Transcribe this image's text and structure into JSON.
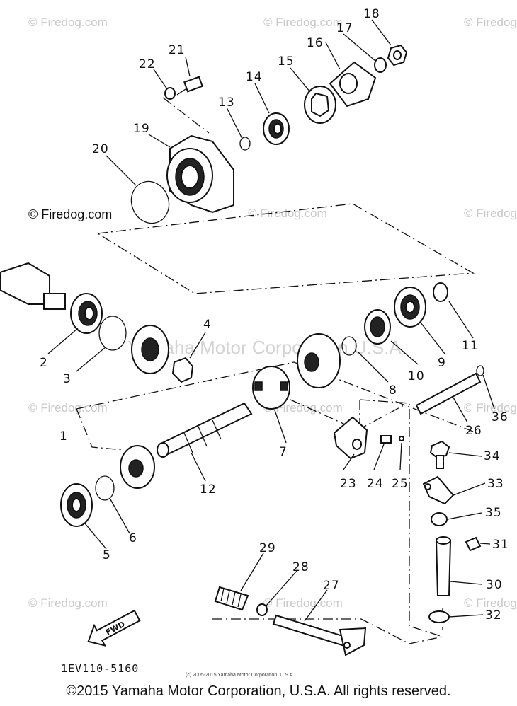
{
  "watermark": "© Firedog.com",
  "center_watermark": "Yamaha Motor Corporation U.S.A.",
  "part_numbers": [
    "1",
    "2",
    "3",
    "4",
    "5",
    "6",
    "7",
    "8",
    "9",
    "10",
    "11",
    "12",
    "13",
    "14",
    "15",
    "16",
    "17",
    "18",
    "19",
    "20",
    "21",
    "22",
    "23",
    "24",
    "25",
    "26",
    "27",
    "28",
    "29",
    "30",
    "31",
    "32",
    "33",
    "34",
    "35",
    "36"
  ],
  "diagram_code": "1EV110-5160",
  "fwd_label": "FWD",
  "small_copyright": "(c) 2005-2015 Yamaha Motor Corporation, U.S.A.",
  "copyright": "©2015 Yamaha Motor Corporation, U.S.A. All rights reserved."
}
